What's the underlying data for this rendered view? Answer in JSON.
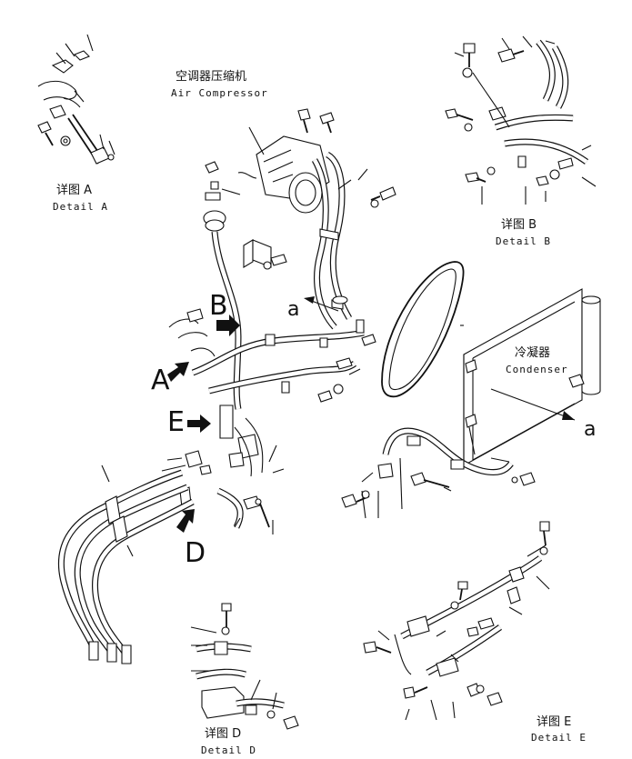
{
  "compressor": {
    "cn": "空调器压缩机",
    "en": "Air Compressor"
  },
  "condenser": {
    "cn": "冷凝器",
    "en": "Condenser"
  },
  "detail_a": {
    "cn": "详图 A",
    "en": "Detail A"
  },
  "detail_b": {
    "cn": "详图 B",
    "en": "Detail B"
  },
  "detail_d": {
    "cn": "详图 D",
    "en": "Detail D"
  },
  "detail_e": {
    "cn": "详图 E",
    "en": "Detail E"
  },
  "view_letters": {
    "a": "A",
    "b": "B",
    "d": "D",
    "e": "E"
  },
  "ref_marks": {
    "a1": "a",
    "a2": "a"
  }
}
